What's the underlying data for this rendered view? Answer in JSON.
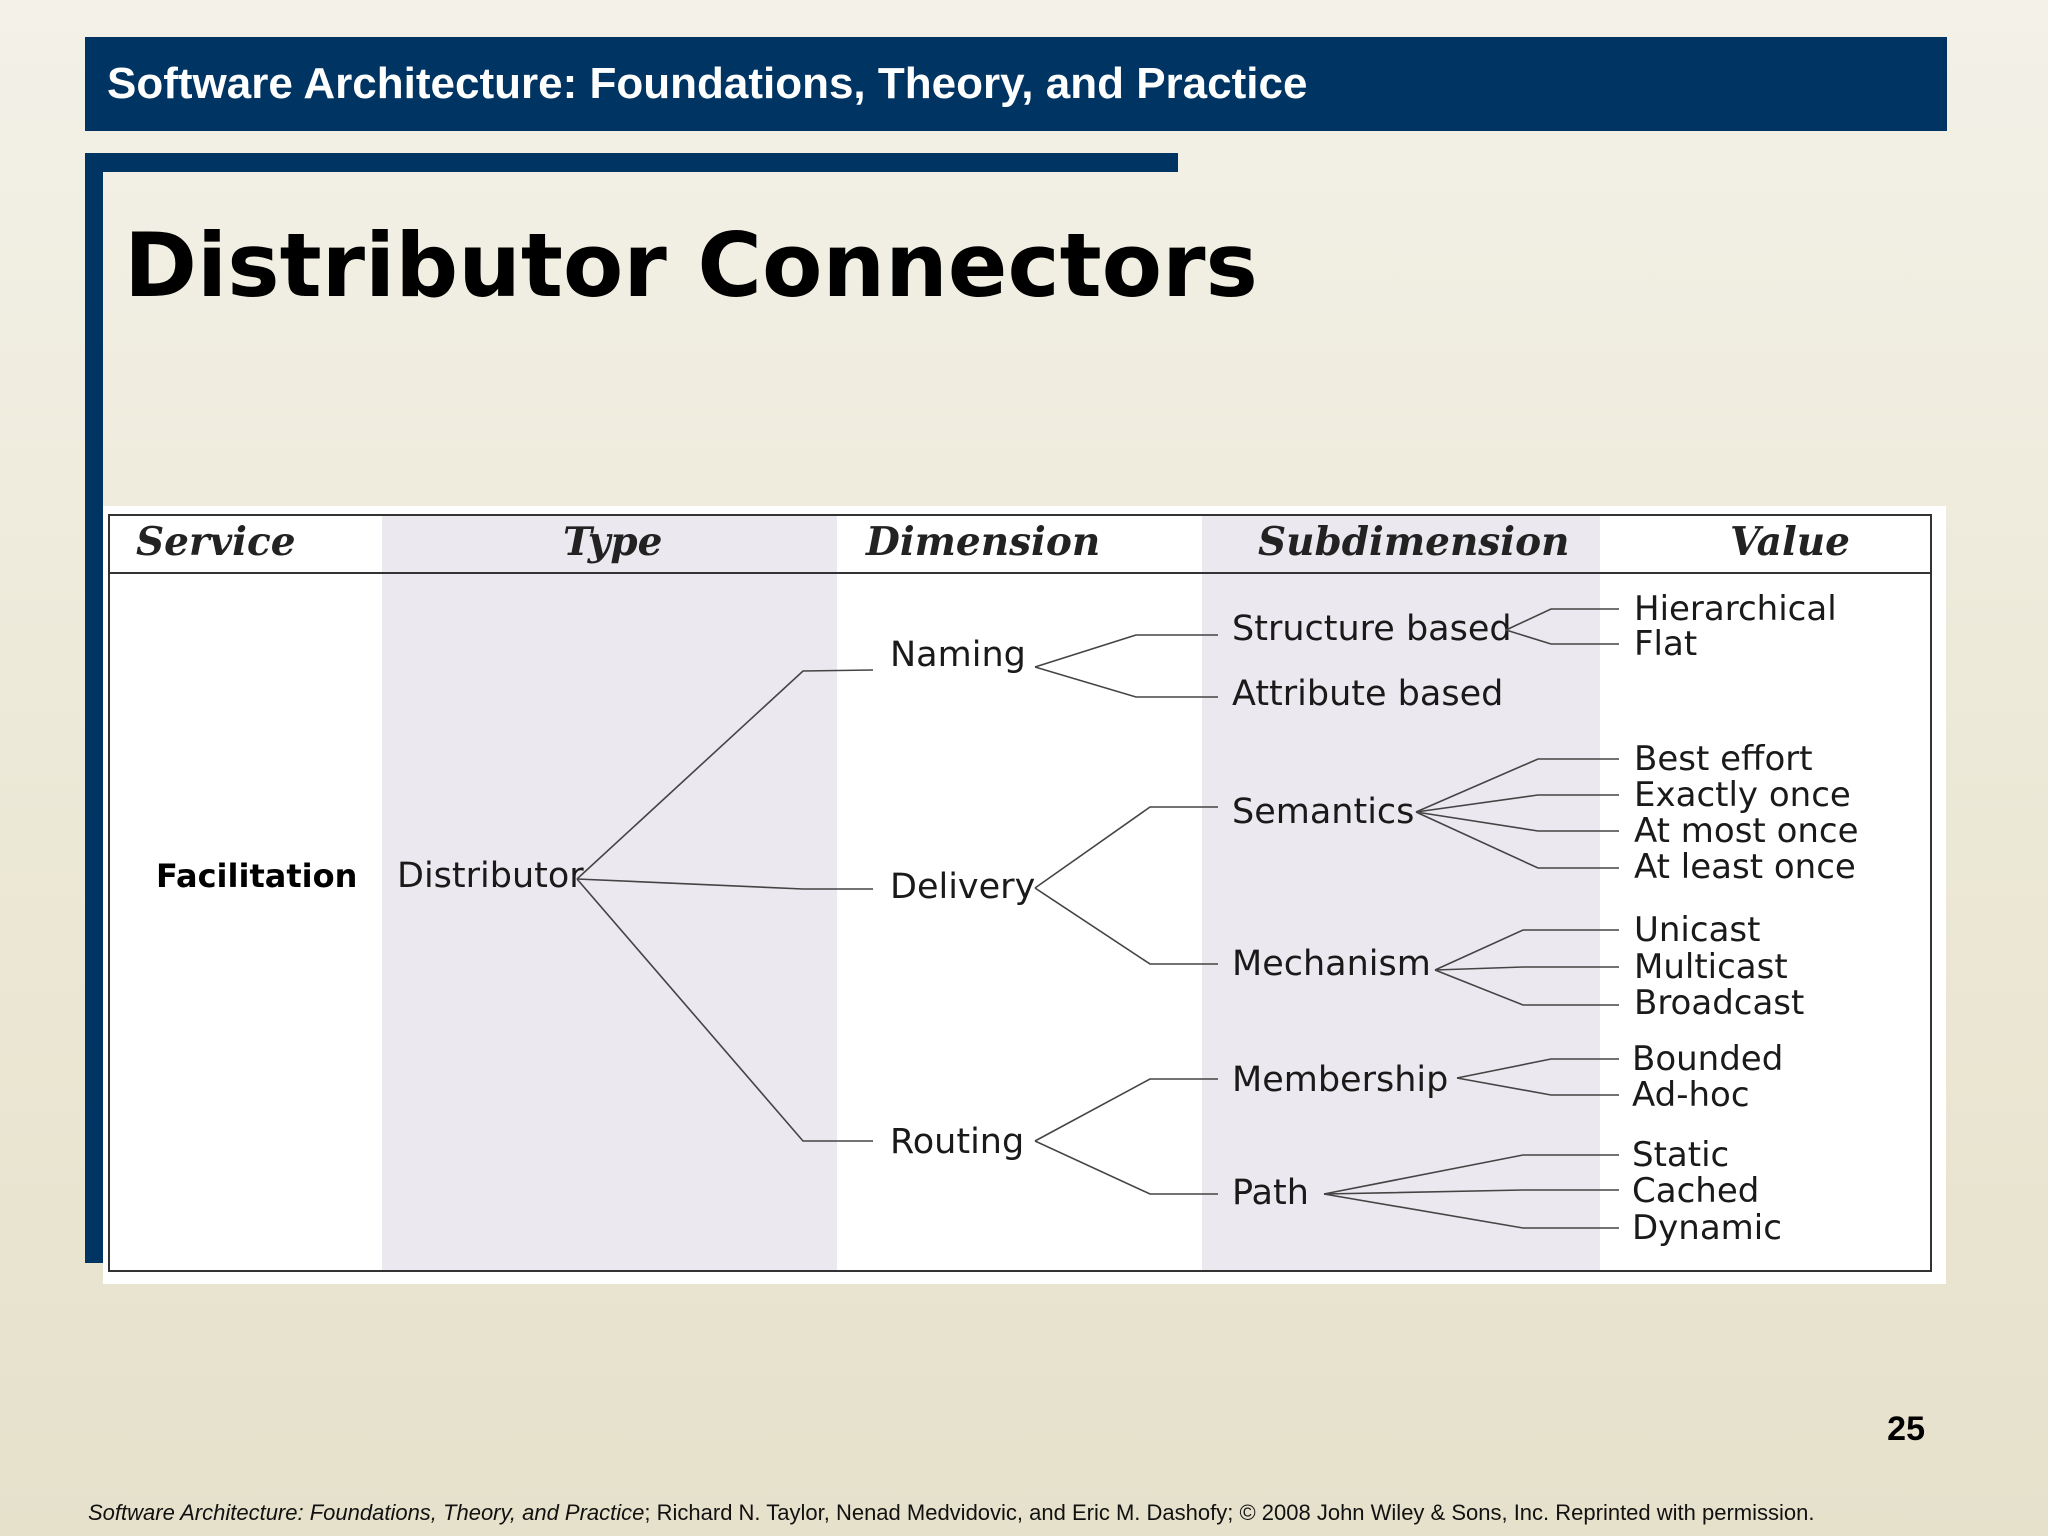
{
  "header": {
    "book_title": "Software Architecture: Foundations, Theory, and Practice"
  },
  "slide": {
    "title": "Distributor Connectors",
    "page_number": "25"
  },
  "figure": {
    "columns": [
      "Service",
      "Type",
      "Dimension",
      "Subdimension",
      "Value"
    ],
    "service": "Facilitation",
    "type": "Distributor",
    "dimensions": [
      {
        "name": "Naming",
        "subdimensions": [
          {
            "name": "Structure based",
            "values": [
              "Hierarchical",
              "Flat"
            ]
          },
          {
            "name": "Attribute based",
            "values": []
          }
        ]
      },
      {
        "name": "Delivery",
        "subdimensions": [
          {
            "name": "Semantics",
            "values": [
              "Best effort",
              "Exactly once",
              "At most once",
              "At least once"
            ]
          },
          {
            "name": "Mechanism",
            "values": [
              "Unicast",
              "Multicast",
              "Broadcast"
            ]
          }
        ]
      },
      {
        "name": "Routing",
        "subdimensions": [
          {
            "name": "Membership",
            "values": [
              "Bounded",
              "Ad-hoc"
            ]
          },
          {
            "name": "Path",
            "values": [
              "Static",
              "Cached",
              "Dynamic"
            ]
          }
        ]
      }
    ]
  },
  "footer": {
    "book_italic": "Software Architecture: Foundations, Theory, and Practice",
    "credits": "; Richard N. Taylor, Nenad Medvidovic, and Eric M. Dashofy; © 2008 John Wiley & Sons, Inc. Reprinted with permission."
  }
}
